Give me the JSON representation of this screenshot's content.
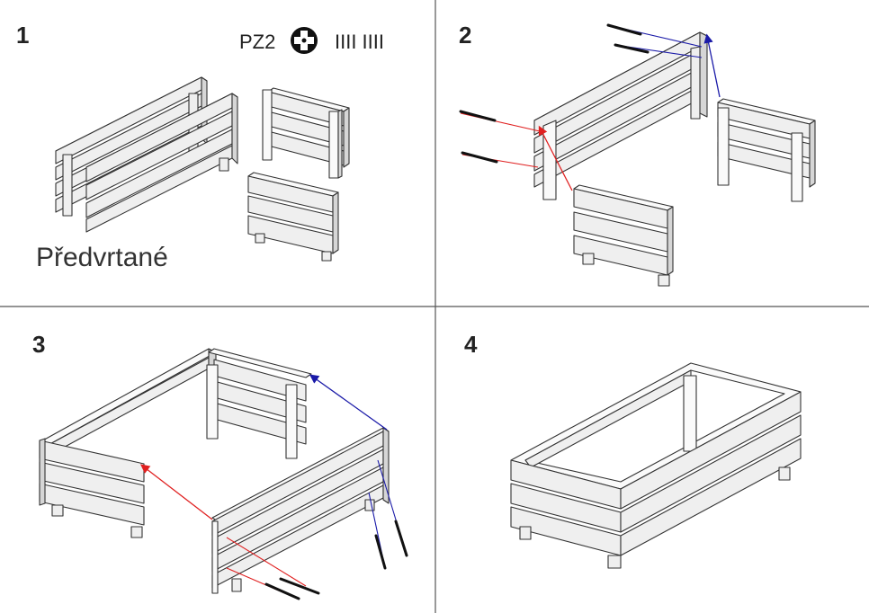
{
  "steps": [
    {
      "number": "1"
    },
    {
      "number": "2"
    },
    {
      "number": "3"
    },
    {
      "number": "4"
    }
  ],
  "tool": {
    "bit": "PZ2",
    "screws_glyph": "IIII IIII",
    "bit_icon": "phillips-bit-icon"
  },
  "note": {
    "predrilled": "Předvrtané"
  },
  "colors": {
    "line": "#333333",
    "board_front": "#efefef",
    "board_top": "#fafafa",
    "board_side": "#d6d6d6",
    "arrow_red": "#e02020",
    "arrow_blue": "#1a1aa8",
    "grid": "#555555"
  }
}
